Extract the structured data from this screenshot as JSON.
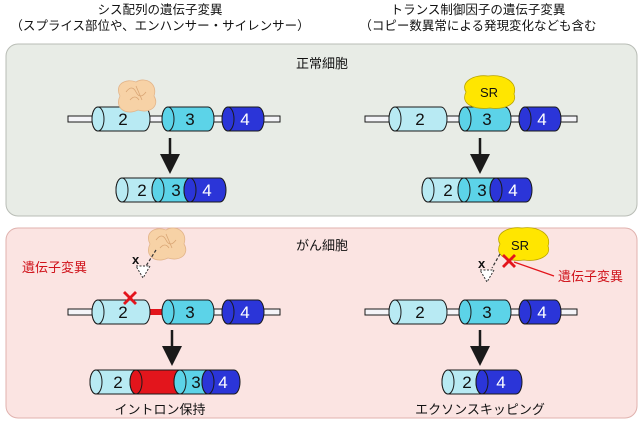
{
  "columns": {
    "cis": {
      "title_line1": "シス配列の遺伝子変異",
      "title_line2": "（スプライス部位や、エンハンサー・サイレンサー）"
    },
    "trans": {
      "title_line1": "トランス制御因子の遺伝子変異",
      "title_line2": "（コピー数異常による発現変化なども含む"
    }
  },
  "panels": {
    "normal": {
      "title": "正常細胞",
      "background": "#e8ece6"
    },
    "cancer": {
      "title": "がん細胞",
      "background": "#fbe4e2"
    }
  },
  "exons": {
    "one": "2",
    "two": "3",
    "three": "4"
  },
  "factor": {
    "label": "SR"
  },
  "mutation": {
    "label": "遺伝子変異",
    "marker": "x"
  },
  "outcomes": {
    "cis": "イントロン保持",
    "trans": "エクソンスキッピング"
  },
  "colors": {
    "exon_light": "#b8eaf3",
    "exon_cyan": "#5cd3e8",
    "exon_blue": "#2b35d8",
    "intron_red": "#e3151c",
    "sr_yellow": "#ffe600",
    "enhancer_peach": "#f7d2a6",
    "mutation_red": "#e3151c"
  }
}
